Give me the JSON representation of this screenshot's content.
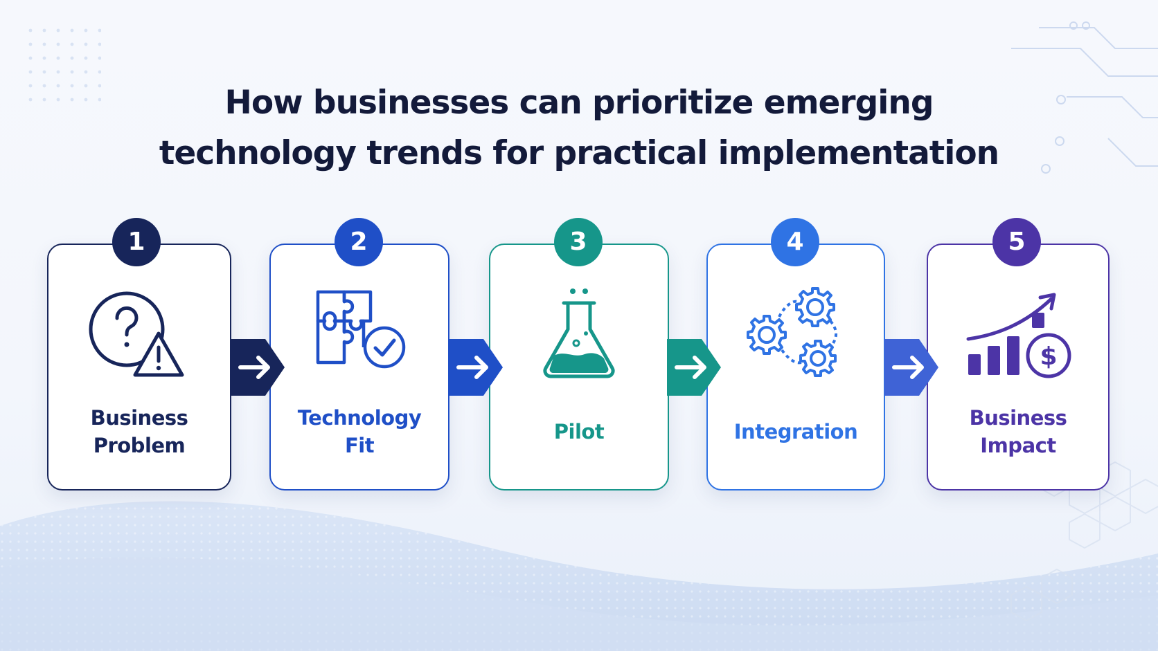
{
  "title": {
    "line1": "How businesses can prioritize emerging",
    "line2": "technology trends for practical implementation"
  },
  "steps": [
    {
      "number": "1",
      "label_line1": "Business",
      "label_line2": "Problem",
      "icon": "question-warning-icon",
      "color": "#17255a"
    },
    {
      "number": "2",
      "label_line1": "Technology",
      "label_line2": "Fit",
      "icon": "puzzle-check-icon",
      "color": "#1f4fc7"
    },
    {
      "number": "3",
      "label_line1": "Pilot",
      "label_line2": "",
      "icon": "flask-icon",
      "color": "#16968a"
    },
    {
      "number": "4",
      "label_line1": "Integration",
      "label_line2": "",
      "icon": "gears-icon",
      "color": "#2f73e4"
    },
    {
      "number": "5",
      "label_line1": "Business",
      "label_line2": "Impact",
      "icon": "growth-chart-dollar-icon",
      "color": "#4c34a6"
    }
  ]
}
